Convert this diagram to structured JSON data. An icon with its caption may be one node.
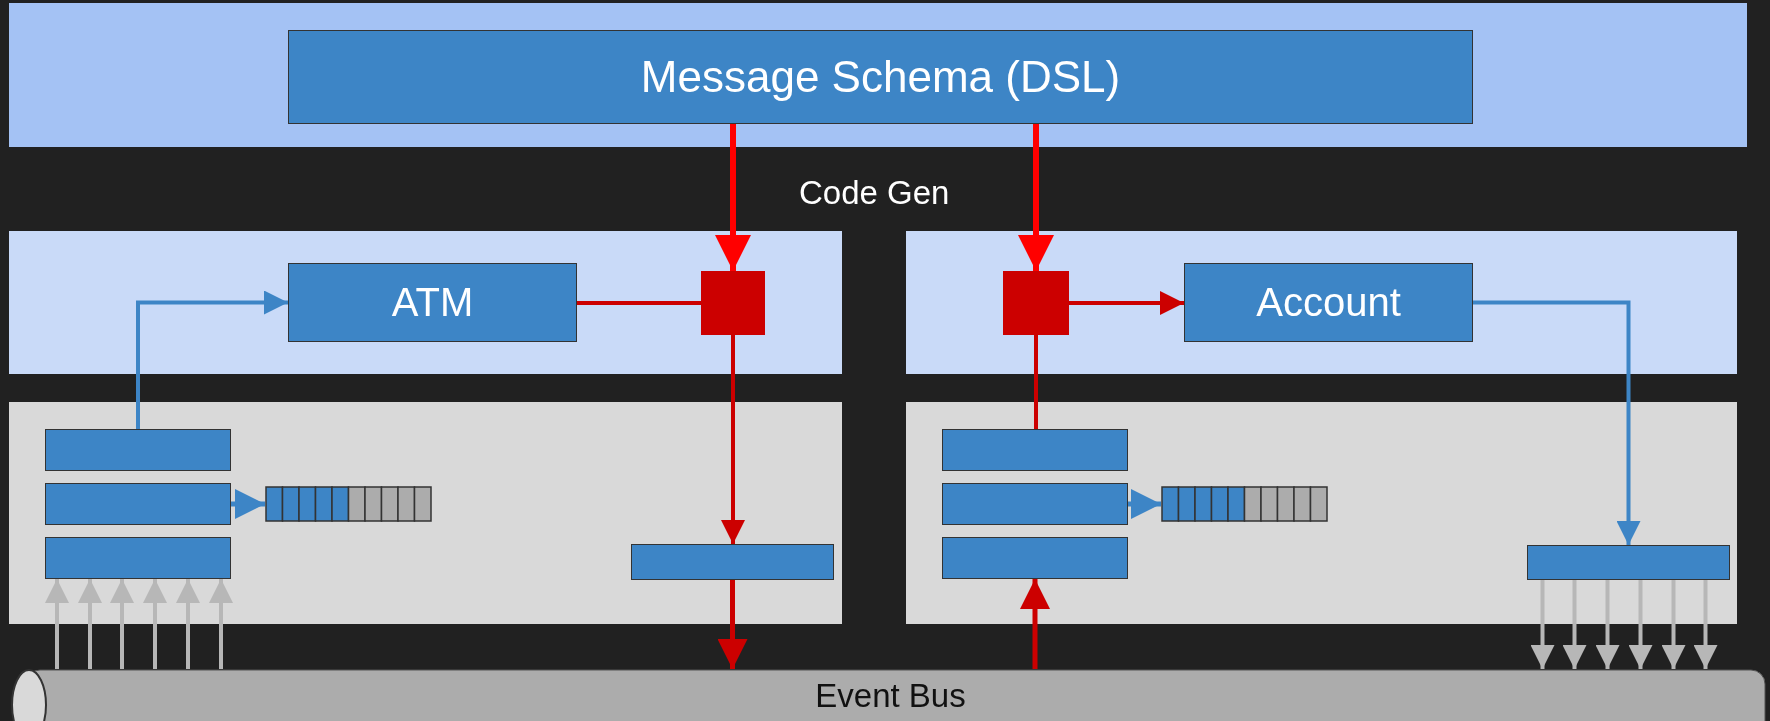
{
  "diagram": {
    "nodes": [
      {
        "text": [],
        "shape": "band"
      },
      {
        "text": [
          "Message Schema (DSL)"
        ],
        "in": 0
      },
      {
        "text": [],
        "shape": "band"
      },
      {
        "text": [
          "ATM"
        ],
        "in": 2
      },
      {
        "text": [],
        "shape": "box",
        "in": 2
      },
      {
        "text": [],
        "shape": "band"
      },
      {
        "text": [],
        "shape": "box",
        "in": 5
      },
      {
        "text": [
          "Account"
        ],
        "in": 5
      },
      {
        "text": [],
        "shape": "band"
      },
      {
        "text": [],
        "shape": "bar",
        "in": 8
      },
      {
        "text": [],
        "shape": "bar",
        "in": 8
      },
      {
        "text": [],
        "shape": "bar",
        "in": 8
      },
      {
        "text": [],
        "shape": "queue",
        "in": 8
      },
      {
        "text": [],
        "shape": "bar",
        "in": 8
      },
      {
        "text": [],
        "shape": "band"
      },
      {
        "text": [],
        "shape": "bar",
        "in": 14
      },
      {
        "text": [],
        "shape": "bar",
        "in": 14
      },
      {
        "text": [],
        "shape": "bar",
        "in": 14
      },
      {
        "text": [],
        "shape": "queue",
        "in": 14
      },
      {
        "text": [],
        "shape": "bar",
        "in": 14
      },
      {
        "text": [
          "Event Bus"
        ]
      }
    ],
    "edges": [
      {
        "from": 1,
        "to": 4,
        "arrow": "to",
        "color": "#ff0000"
      },
      {
        "from": 1,
        "to": 6,
        "arrow": "to",
        "color": "#ff0000"
      },
      {
        "from": 3,
        "to": 4,
        "arrow": "none",
        "color": "#cc0000"
      },
      {
        "from": 4,
        "to": 13,
        "arrow": "to",
        "color": "#cc0000"
      },
      {
        "from": 13,
        "to": 20,
        "arrow": "to",
        "color": "#cc0000"
      },
      {
        "from": 9,
        "to": 3,
        "arrow": "to",
        "color": "#3d85c6"
      },
      {
        "from": 10,
        "to": 12,
        "arrow": "to",
        "color": "#3d85c6"
      },
      {
        "from": 20,
        "to": 11,
        "arrow": "to"
      },
      {
        "from": 20,
        "to": 11,
        "arrow": "to"
      },
      {
        "from": 20,
        "to": 11,
        "arrow": "to"
      },
      {
        "from": 20,
        "to": 11,
        "arrow": "to"
      },
      {
        "from": 20,
        "to": 11,
        "arrow": "to"
      },
      {
        "from": 20,
        "to": 11,
        "arrow": "to"
      },
      {
        "from": 20,
        "to": 17,
        "arrow": "to",
        "color": "#cc0000"
      },
      {
        "from": 15,
        "to": 6,
        "arrow": "none",
        "color": "#cc0000"
      },
      {
        "from": 6,
        "to": 7,
        "arrow": "to",
        "color": "#cc0000"
      },
      {
        "from": 7,
        "to": 19,
        "arrow": "to",
        "color": "#3d85c6"
      },
      {
        "from": 16,
        "to": 18,
        "arrow": "to",
        "color": "#3d85c6"
      },
      {
        "from": 19,
        "to": 20,
        "arrow": "to"
      },
      {
        "from": 19,
        "to": 20,
        "arrow": "to"
      },
      {
        "from": 19,
        "to": 20,
        "arrow": "to"
      },
      {
        "from": 19,
        "to": 20,
        "arrow": "to"
      },
      {
        "from": 19,
        "to": 20,
        "arrow": "to"
      },
      {
        "from": 19,
        "to": 20,
        "arrow": "to"
      }
    ],
    "labels": [
      "Code Gen"
    ]
  }
}
